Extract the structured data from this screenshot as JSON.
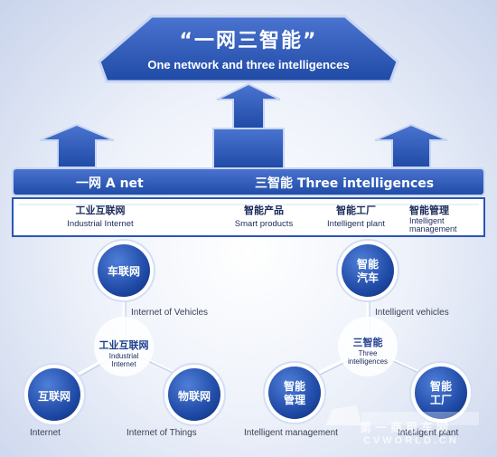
{
  "title": {
    "zh": "“一网三智能”",
    "en": "One network and three intelligences"
  },
  "banner": {
    "left": "一网   A net",
    "right": "三智能  Three intelligences"
  },
  "categories": [
    {
      "zh": "工业互联网",
      "en": "Industrial Internet"
    },
    {
      "zh": "智能产品",
      "en": "Smart products"
    },
    {
      "zh": "智能工厂",
      "en": "Intelligent plant"
    },
    {
      "zh": "智能管理",
      "en": "Intelligent management"
    }
  ],
  "left_diagram": {
    "top": {
      "zh": "车联网",
      "en": "Internet of Vehicles"
    },
    "center": {
      "zh": "工业互联网",
      "en": "Industrial Internet"
    },
    "bottom_left": {
      "zh": "互联网",
      "en": "Internet"
    },
    "bottom_right": {
      "zh": "物联网",
      "en": "Internet of Things"
    }
  },
  "right_diagram": {
    "top": {
      "zh": "智能汽车",
      "en": "Intelligent vehicles"
    },
    "center": {
      "zh": "三智能",
      "en": "Three intelligences"
    },
    "bottom_left": {
      "zh": "智能管理",
      "en": "Intelligent management"
    },
    "bottom_right": {
      "zh": "智能工厂",
      "en": "Intelligent plant"
    }
  },
  "watermark": {
    "zh": "第一商用车网",
    "en": "CVWORLD.CN"
  },
  "colors": {
    "primary": "#2c56b3",
    "dark": "#1e3f8c",
    "light": "#a9bde8"
  }
}
